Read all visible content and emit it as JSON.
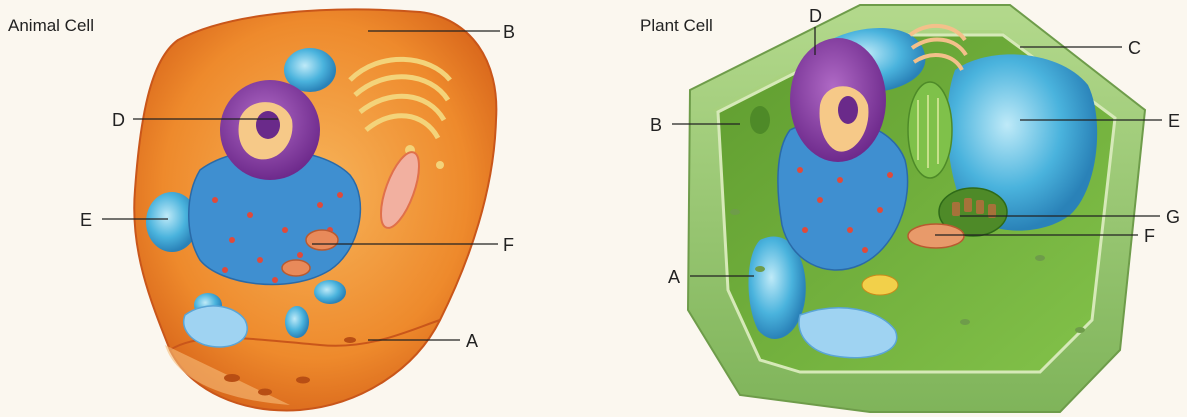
{
  "animal_cell": {
    "title": "Animal Cell",
    "labels": {
      "A": "A",
      "B": "B",
      "D": "D",
      "E": "E",
      "F": "F"
    }
  },
  "plant_cell": {
    "title": "Plant Cell",
    "labels": {
      "A": "A",
      "B": "B",
      "C": "C",
      "D": "D",
      "E": "E",
      "F": "F",
      "G": "G"
    }
  },
  "colors": {
    "animal_membrane": "#e0701e",
    "animal_cytoplasm": "#f2a44a",
    "plant_wall": "#93c46a",
    "plant_cytoplasm": "#6fae3b",
    "nucleus": "#8a3ea6",
    "er": "#3f8fd0",
    "vacuole": "#4ab3dd"
  }
}
